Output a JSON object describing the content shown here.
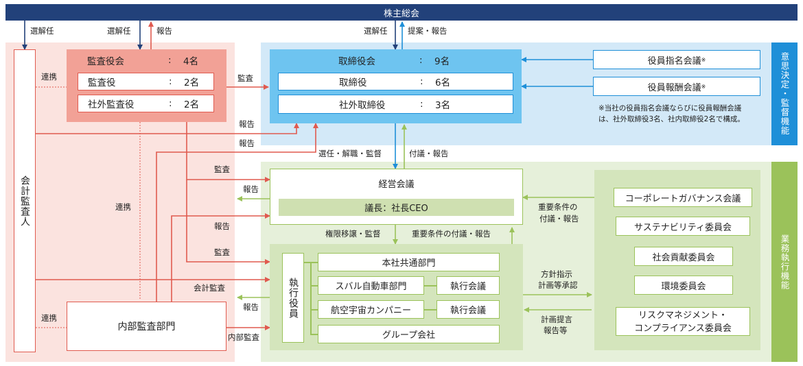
{
  "shareholders": "株主総会",
  "auditor": "会計監査人",
  "board_of_auditors": {
    "title": {
      "name": "監査役会",
      "sep": ":",
      "count": "4名"
    },
    "rows": [
      {
        "name": "監査役",
        "sep": ":",
        "count": "2名"
      },
      {
        "name": "社外監査役",
        "sep": ":",
        "count": "2名"
      }
    ]
  },
  "board_of_directors": {
    "title": {
      "name": "取締役会",
      "sep": ":",
      "count": "9名"
    },
    "rows": [
      {
        "name": "取締役",
        "sep": ":",
        "count": "6名"
      },
      {
        "name": "社外取締役",
        "sep": ":",
        "count": "3名"
      }
    ]
  },
  "nomination_committee": "役員指名会議",
  "compensation_committee": "役員報酬会議",
  "asterisk": "※",
  "committee_note": [
    "※当社の役員指名会議ならびに役員報酬会議",
    "は、社外取締役3名、社内取締役2名で構成。"
  ],
  "side_top": "意思決定・監督機能",
  "side_bottom": "業務執行機能",
  "management_meeting": {
    "title": "経営会議",
    "chair": "議長：社長CEO"
  },
  "executive_officers": "執行役員",
  "divisions": [
    "本社共通部門",
    "スバル自動車部門",
    "航空宇宙カンパニー",
    "グループ会社"
  ],
  "exec_committee": "執行会議",
  "internal_audit": "内部監査部門",
  "committees": {
    "governance": "コーポレートガバナンス会議",
    "sustainability": "サステナビリティ委員会",
    "social": "社会貢献委員会",
    "environment": "環境委員会",
    "risk": [
      "リスクマネジメント・",
      "コンプライアンス委員会"
    ]
  },
  "labels": {
    "appoint1": "選解任",
    "appoint2": "選解任",
    "report_top": "報告",
    "appoint3": "選解任",
    "proposal_report": "提案・報告",
    "cooperate1": "連携",
    "audit_top": "監査",
    "report_a": "報告",
    "report_b": "報告",
    "select_dismiss": "選任・解職・監督",
    "submit_report": "付議・報告",
    "audit_b": "監査",
    "report_c": "報告",
    "cooperate2": "連携",
    "report_d": "報告",
    "audit_c": "監査",
    "accounting_audit": "会計監査",
    "report_e": "報告",
    "cooperate3": "連携",
    "internal_audit_lbl": "内部監査",
    "delegate": "権限移譲・監督",
    "important_submit": "重要条件の付議・報告",
    "important_r1": "重要条件の",
    "important_r2": "付議・報告",
    "policy1": "方針指示",
    "policy2": "計画等承認",
    "plan1": "計画提言",
    "plan2": "報告等"
  }
}
